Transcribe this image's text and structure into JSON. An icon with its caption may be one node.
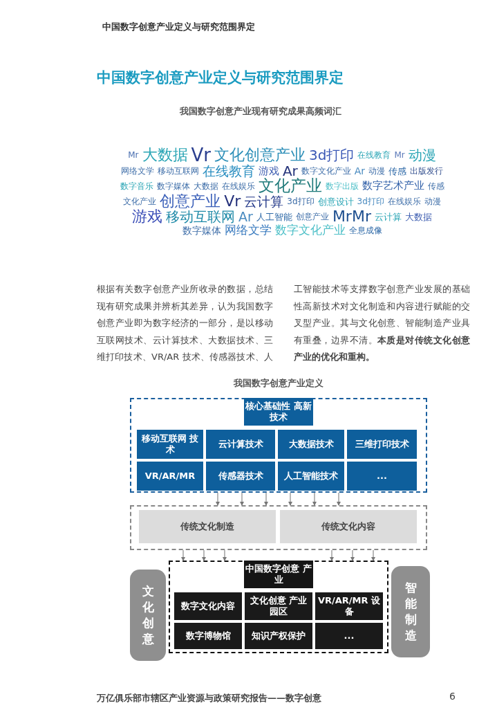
{
  "diagram": {
    "nodes": [
      {
        "text": [],
        "shape": "box"
      },
      {
        "text": [
          "核心基础性 高新技术"
        ],
        "in": 0
      },
      {
        "text": [
          "移动互联网 技术"
        ],
        "in": 0
      },
      {
        "text": [
          "云计算技术"
        ],
        "in": 0
      },
      {
        "text": [
          "大数据技术"
        ],
        "in": 0
      },
      {
        "text": [
          "三维打印技术"
        ],
        "in": 0
      },
      {
        "text": [
          "VR/AR/MR"
        ],
        "in": 0
      },
      {
        "text": [
          "传感器技术"
        ],
        "in": 0
      },
      {
        "text": [
          "人工智能技术"
        ],
        "in": 0
      },
      {
        "text": [
          "..."
        ],
        "in": 0
      },
      {
        "text": [],
        "shape": "box"
      },
      {
        "text": [
          "传统文化制造"
        ],
        "in": 10
      },
      {
        "text": [
          "传统文化内容"
        ],
        "in": 10
      },
      {
        "text": [
          "文化创意"
        ]
      },
      {
        "text": [],
        "shape": "box"
      },
      {
        "text": [
          "中国数字创意 产业"
        ],
        "in": 14
      },
      {
        "text": [
          "数字文化内容"
        ],
        "in": 14
      },
      {
        "text": [
          "文化创意 产业园区"
        ],
        "in": 14
      },
      {
        "text": [
          "VR/AR/MR 设备"
        ],
        "in": 14
      },
      {
        "text": [
          "数字博物馆"
        ],
        "in": 14
      },
      {
        "text": [
          "知识产权保护"
        ],
        "in": 14
      },
      {
        "text": [
          "..."
        ],
        "in": 14
      },
      {
        "text": [
          "智能制造"
        ]
      }
    ],
    "edges": [
      {
        "from": 0,
        "to": 10,
        "arrow": "to"
      },
      {
        "from": 0,
        "to": 10,
        "arrow": "to"
      },
      {
        "from": 0,
        "to": 10,
        "arrow": "to"
      },
      {
        "from": 0,
        "to": 10,
        "arrow": "to"
      },
      {
        "from": 0,
        "to": 10,
        "arrow": "to"
      },
      {
        "from": 0,
        "to": 10,
        "arrow": "to"
      },
      {
        "from": 10,
        "to": 14,
        "arrow": "to"
      },
      {
        "from": 10,
        "to": 14,
        "arrow": "to"
      },
      {
        "from": 10,
        "to": 14,
        "arrow": "to"
      },
      {
        "from": 10,
        "to": 14,
        "arrow": "to"
      },
      {
        "from": 10,
        "to": 14,
        "arrow": "to"
      },
      {
        "from": 10,
        "to": 14,
        "arrow": "to"
      }
    ],
    "labels": [
      "中国数字创意产业定义与研究范围界定",
      "中国数字创意产业定义与研究范围界定",
      "我国数字创意产业现有研究成果高频词汇",
      "Mr",
      "大数据",
      "Vr",
      "文化创意产业",
      "3d打印",
      "在线教育",
      "Mr",
      "动漫",
      "网络文学",
      "移动互联网",
      "在线教育",
      "游戏",
      "Ar",
      "数字文化产业",
      "Ar",
      "动漫",
      "传感",
      "出版发行",
      "数字音乐",
      "数字媒体",
      "大数据",
      "在线娱乐",
      "文化产业",
      "数字出版",
      "数字艺术产业",
      "传感",
      "文化产业",
      "创意产业",
      "Vr",
      "云计算",
      "3d打印",
      "创意设计",
      "3d打印",
      "在线娱乐",
      "动漫",
      "游戏",
      "移动互联网",
      "Ar",
      "人工智能",
      "创意产业",
      "MrMr",
      "云计算",
      "大数据",
      "数字媒体",
      "网络文学",
      "数字文化产业",
      "全息成像",
      "根据有关数字创意产业所收录的数据，总结现有研究成果并辨析其差异，认为我国数字创意产业即为数字经济的一部分，是以移动互联网技术、云计算技术、大数据技术、三维打印技术、VR/AR 技术、传感器技术、人工智能技术等支撑数字创意产业发展的基础性高新技术对文化制造和内容进行赋能的交叉型产业。其与文化创意、智能制造产业具有重叠，边界不清。**本质是对传统文化创意产业的优化和重构。**",
      "我国数字创意产业定义",
      "万亿俱乐部市辖区产业资源与政策研究报告——数字创意",
      "6"
    ]
  }
}
